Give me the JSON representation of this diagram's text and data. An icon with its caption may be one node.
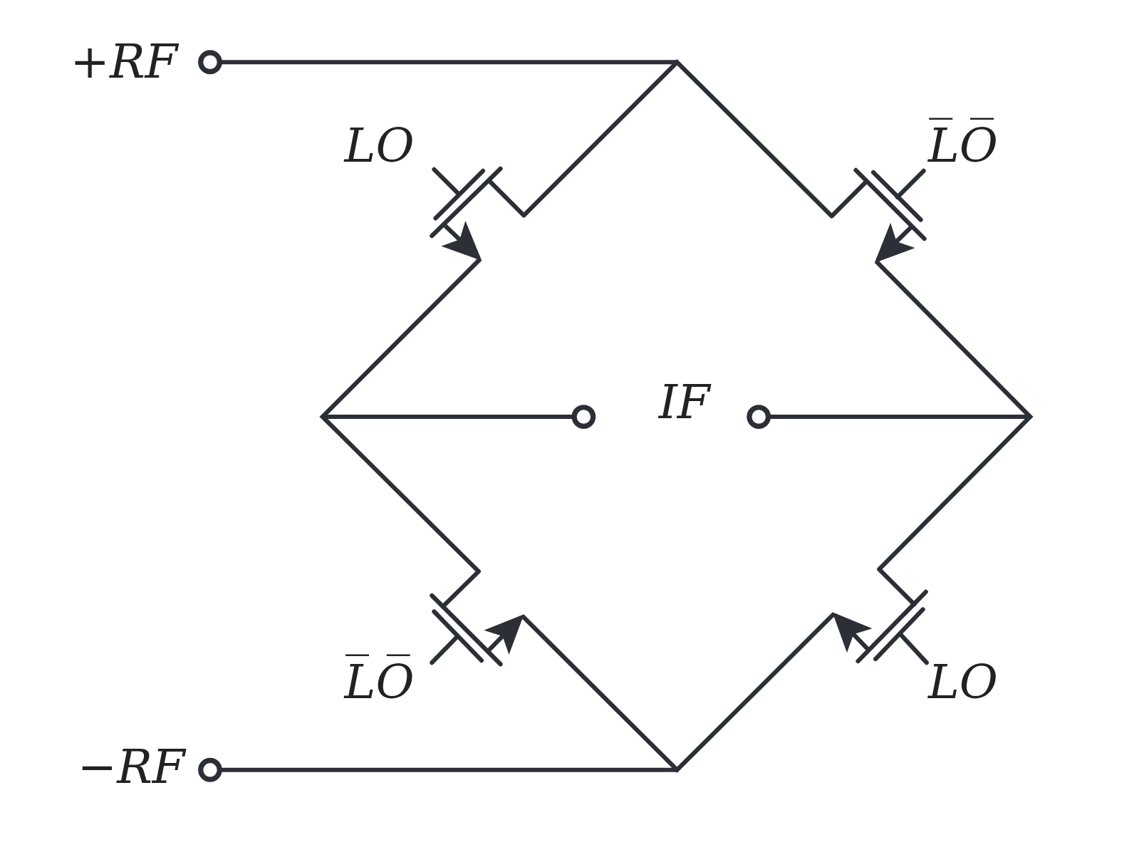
{
  "diagram": {
    "labels": [
      "+RF",
      "LO",
      "L̅O̅",
      "IF",
      "L̅O̅",
      "LO",
      "−RF"
    ]
  }
}
